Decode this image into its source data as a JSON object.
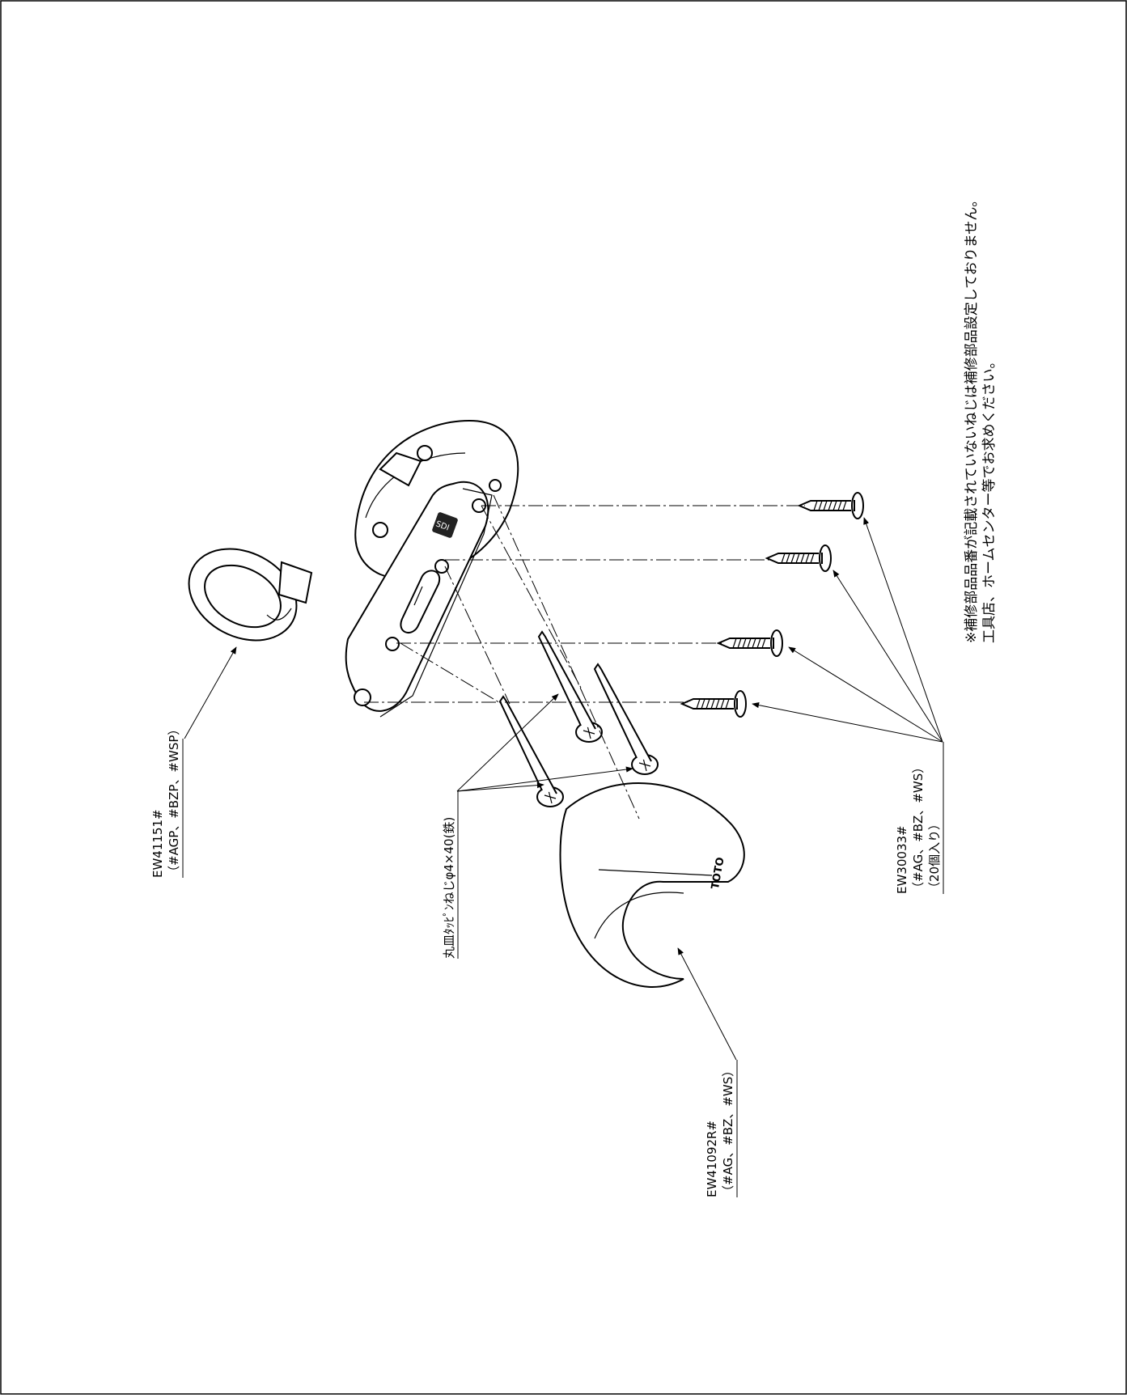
{
  "notes": {
    "line1": "※補修部品品番が記載されていないねじは補修部品設定しておりません。",
    "line2": "工具店、ホームセンター等でお求めください。"
  },
  "labels": {
    "ring_cover": {
      "code": "EW41151#",
      "variants": "（#AGP、#BZP、#WSP）"
    },
    "screws_long": {
      "text": "丸皿ﾀｯﾋﾟﾝねじφ4×40(鉄)"
    },
    "screws_short": {
      "code": "EW30033#",
      "variants": "（#AG、#BZ、#WS）",
      "qty": "（20個入り）"
    },
    "cap_cover": {
      "code": "EW41092R#",
      "variants": "（#AG、#BZ、#WS）"
    }
  },
  "part_marks": {
    "plate_logo": "SDI",
    "cap_logo": "TOTO"
  }
}
